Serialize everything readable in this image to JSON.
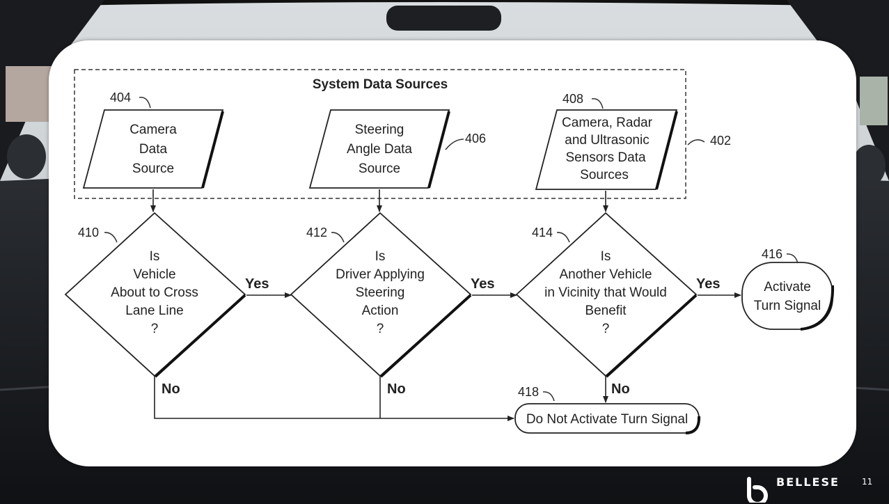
{
  "diagram": {
    "group_title": "System Data Sources",
    "group_ref": "402",
    "inputs": [
      {
        "ref": "404",
        "lines": [
          "Camera",
          "Data",
          "Source"
        ]
      },
      {
        "ref": "406",
        "lines": [
          "Steering",
          "Angle Data",
          "Source"
        ]
      },
      {
        "ref": "408",
        "lines": [
          "Camera, Radar",
          "and Ultrasonic",
          "Sensors Data",
          "Sources"
        ]
      }
    ],
    "decisions": [
      {
        "ref": "410",
        "lines": [
          "Is",
          "Vehicle",
          "About to Cross",
          "Lane Line",
          "?"
        ]
      },
      {
        "ref": "412",
        "lines": [
          "Is",
          "Driver Applying",
          "Steering",
          "Action",
          "?"
        ]
      },
      {
        "ref": "414",
        "lines": [
          "Is",
          "Another Vehicle",
          "in Vicinity that Would",
          "Benefit",
          "?"
        ]
      }
    ],
    "activate": {
      "ref": "416",
      "lines": [
        "Activate",
        "Turn Signal"
      ]
    },
    "no_activate": {
      "ref": "418",
      "label": "Do Not Activate Turn Signal"
    },
    "yes_label": "Yes",
    "no_label": "No"
  },
  "footer": {
    "brand": "BELLESE",
    "page_number": "11"
  }
}
